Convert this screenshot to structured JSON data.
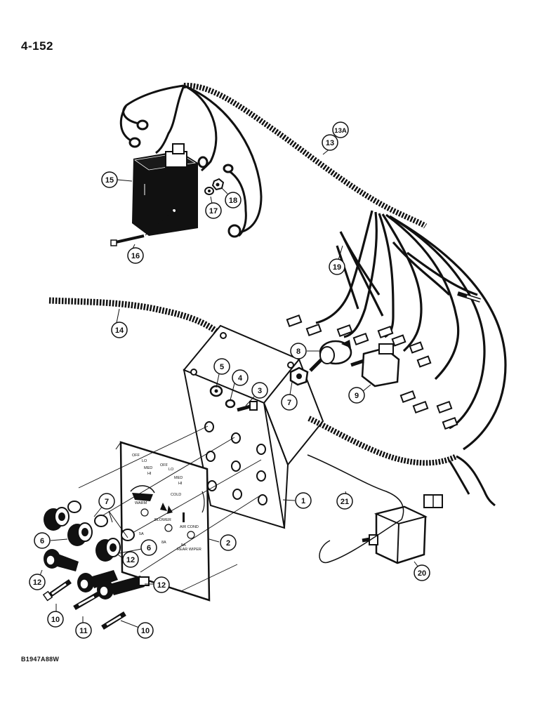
{
  "page": {
    "number": "4-152",
    "figure_code": "B1947A88W"
  },
  "panel_legends": {
    "fan_speeds": [
      "OFF",
      "LO",
      "MED",
      "HI"
    ],
    "blower_speeds": [
      "OFF",
      "LO",
      "MED",
      "HI"
    ],
    "temperature": [
      "WARM",
      "COLD"
    ],
    "labels": [
      "BLOWER",
      "AIR COND",
      "REAR WIPER"
    ],
    "fuse_ratings": [
      "5A",
      "8A",
      "5A"
    ]
  },
  "callouts": [
    {
      "id": "c1",
      "label": "1"
    },
    {
      "id": "c2",
      "label": "2"
    },
    {
      "id": "c3",
      "label": "3"
    },
    {
      "id": "c4",
      "label": "4"
    },
    {
      "id": "c5",
      "label": "5"
    },
    {
      "id": "c6a",
      "label": "6"
    },
    {
      "id": "c6b",
      "label": "6"
    },
    {
      "id": "c7a",
      "label": "7"
    },
    {
      "id": "c7b",
      "label": "7"
    },
    {
      "id": "c8",
      "label": "8"
    },
    {
      "id": "c9",
      "label": "9"
    },
    {
      "id": "c10a",
      "label": "10"
    },
    {
      "id": "c10b",
      "label": "10"
    },
    {
      "id": "c11",
      "label": "11"
    },
    {
      "id": "c12a",
      "label": "12"
    },
    {
      "id": "c12b",
      "label": "12"
    },
    {
      "id": "c12c",
      "label": "12"
    },
    {
      "id": "c13",
      "label": "13"
    },
    {
      "id": "c13a",
      "label": "13A"
    },
    {
      "id": "c14",
      "label": "14"
    },
    {
      "id": "c15",
      "label": "15"
    },
    {
      "id": "c16",
      "label": "16"
    },
    {
      "id": "c17",
      "label": "17"
    },
    {
      "id": "c18",
      "label": "18"
    },
    {
      "id": "c19",
      "label": "19"
    },
    {
      "id": "c20",
      "label": "20"
    },
    {
      "id": "c21",
      "label": "21"
    }
  ]
}
